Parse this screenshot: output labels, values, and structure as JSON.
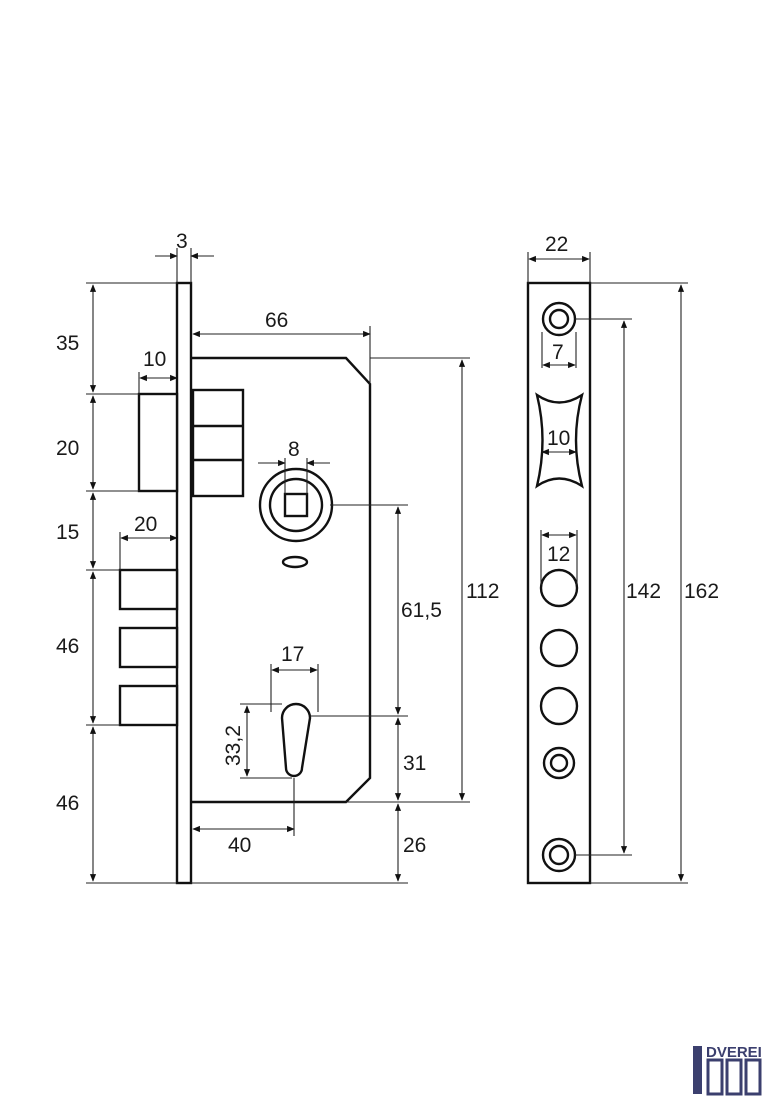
{
  "dimensions": {
    "faceplate_thickness": "3",
    "backset": "66",
    "latch_width": "10",
    "spindle_square": "8",
    "bolt_projection": "20",
    "cylinder_width": "17",
    "cylinder_height": "33,2",
    "cylinder_offset": "40",
    "top_to_latch": "35",
    "latch_height": "20",
    "latch_to_bolts": "15",
    "bolts_span": "46",
    "bolts_to_bottom": "46",
    "spindle_to_cylinder": "61,5",
    "body_height": "112",
    "cylinder_to_body_bottom": "31",
    "body_bottom_to_plate_bottom": "26",
    "plate_width": "22",
    "hole_7": "7",
    "latch_window": "10",
    "bolt_hole": "12",
    "screw_span": "142",
    "plate_height": "162"
  },
  "logo": {
    "text": "DVEREI",
    "color": "#3b3f6e"
  }
}
